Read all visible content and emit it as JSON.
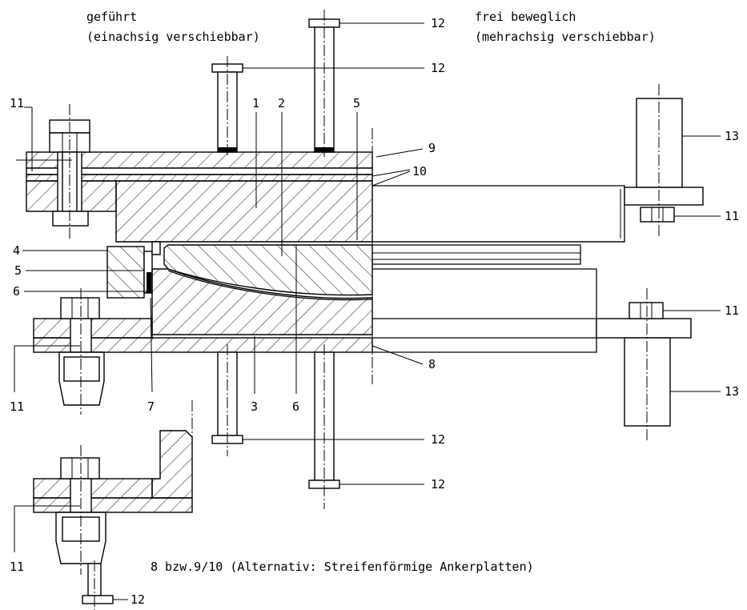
{
  "drawing": {
    "caption_left_title": "geführt",
    "caption_left_sub": "(einachsig verschiebbar)",
    "caption_right_title": "frei beweglich",
    "caption_right_sub": "(mehrachsig verschiebbar)",
    "caption_bottom": "8 bzw.9/10 (Alternativ: Streifenförmige Ankerplatten)"
  },
  "labels": {
    "n1": "1",
    "n2": "2",
    "n3": "3",
    "n4": "4",
    "n5": "5",
    "n6": "6",
    "n7": "7",
    "n8": "8",
    "n9": "9",
    "n10": "10",
    "n11": "11",
    "n12": "12",
    "n13": "13"
  },
  "colors": {
    "line": "#000000",
    "background": "#ffffff"
  }
}
